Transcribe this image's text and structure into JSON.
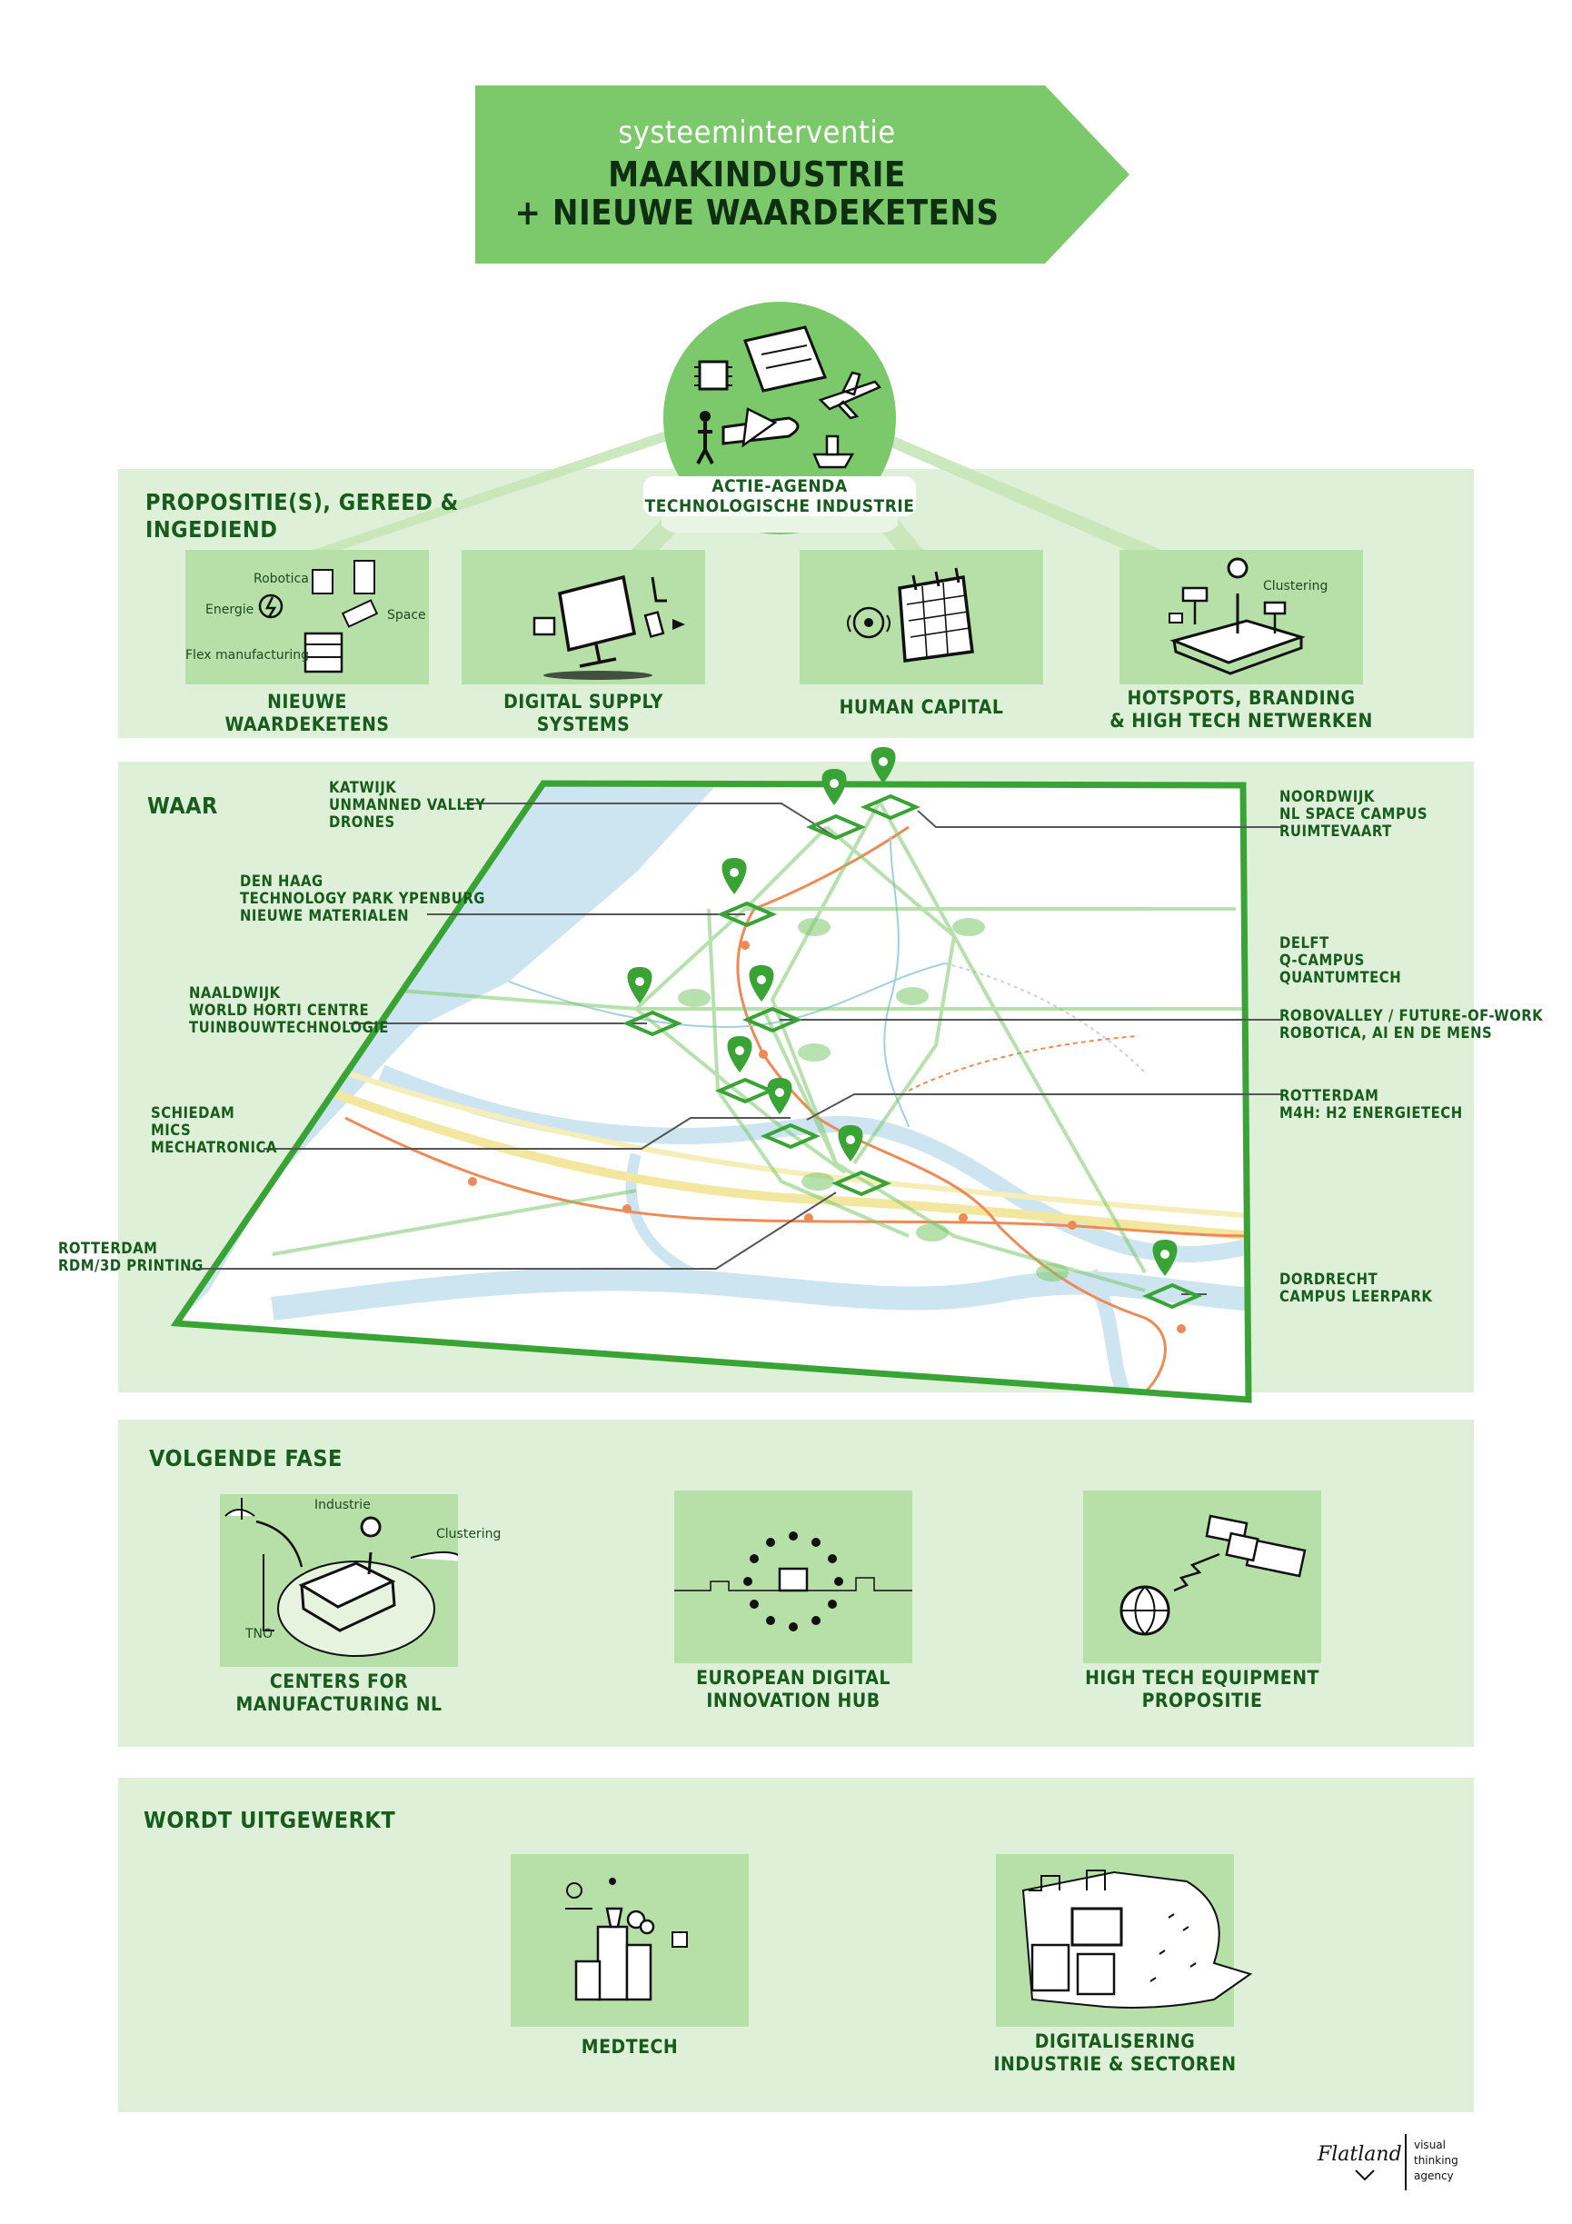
{
  "header": {
    "subtitle": "systeeminterventie",
    "line1": "MAAKINDUSTRIE",
    "line2": "+ NIEUWE WAARDEKETENS"
  },
  "hub": {
    "line1": "ACTIE-AGENDA",
    "line2": "TECHNOLOGISCHE INDUSTRIE"
  },
  "proposities": {
    "title_line1": "PROPOSITIE(S), GEREED &",
    "title_line2": "INGEDIEND",
    "cards": [
      {
        "label1": "NIEUWE",
        "label2": "WAARDEKETENS",
        "icon_labels": {
          "robotica": "Robotica",
          "energie": "Energie",
          "space": "Space",
          "flex": "Flex manufacturing"
        }
      },
      {
        "label1": "DIGITAL SUPPLY",
        "label2": "SYSTEMS"
      },
      {
        "label1": "HUMAN CAPITAL",
        "label2": ""
      },
      {
        "label1": "HOTSPOTS, BRANDING",
        "label2": "& HIGH TECH NETWERKEN",
        "icon_labels": {
          "clustering": "Clustering"
        }
      }
    ]
  },
  "waar": {
    "title": "WAAR",
    "locations": [
      {
        "label": "KATWIJK\nUNMANNED VALLEY\nDRONES"
      },
      {
        "label": "DEN HAAG\nTECHNOLOGY PARK YPENBURG\nNIEUWE MATERIALEN"
      },
      {
        "label": "NAALDWIJK\nWORLD HORTI CENTRE\nTUINBOUWTECHNOLOGIE"
      },
      {
        "label": "SCHIEDAM\nMICS\nMECHATRONICA"
      },
      {
        "label": "ROTTERDAM\nRDM/3D PRINTING"
      },
      {
        "label": "NOORDWIJK\nNL SPACE CAMPUS\nRUIMTEVAART"
      },
      {
        "label": "DELFT\nQ-CAMPUS\nQUANTUMTECH"
      },
      {
        "label": "ROBOVALLEY / FUTURE-OF-WORK\nROBOTICA, AI EN DE MENS"
      },
      {
        "label": "ROTTERDAM\nM4H: H2 ENERGIETECH"
      },
      {
        "label": "DORDRECHT\nCAMPUS LEERPARK"
      }
    ]
  },
  "volgende_fase": {
    "title": "VOLGENDE FASE",
    "cards": [
      {
        "label1": "CENTERS FOR",
        "label2": "MANUFACTURING NL",
        "icon_labels": {
          "industrie": "Industrie",
          "clustering": "Clustering",
          "tno": "TNO"
        }
      },
      {
        "label1": "EUROPEAN DIGITAL",
        "label2": "INNOVATION HUB"
      },
      {
        "label1": "HIGH TECH EQUIPMENT",
        "label2": "PROPOSITIE"
      }
    ]
  },
  "uitgewerkt": {
    "title": "WORDT UITGEWERKT",
    "cards": [
      {
        "label1": "MEDTECH",
        "label2": ""
      },
      {
        "label1": "DIGITALISERING",
        "label2": "INDUSTRIE & SECTOREN"
      }
    ]
  },
  "footer": {
    "logo_text": "Flatland",
    "tag1": "visual",
    "tag2": "thinking",
    "tag3": "agency"
  },
  "colors": {
    "accent": "#7cc96b",
    "panel": "#dff0d8",
    "card": "#b7dfa8",
    "pin": "#3aa335",
    "text": "#175c1d",
    "water": "#cde4f1",
    "rail": "#ee8a55",
    "highway": "#f3e7a0"
  }
}
